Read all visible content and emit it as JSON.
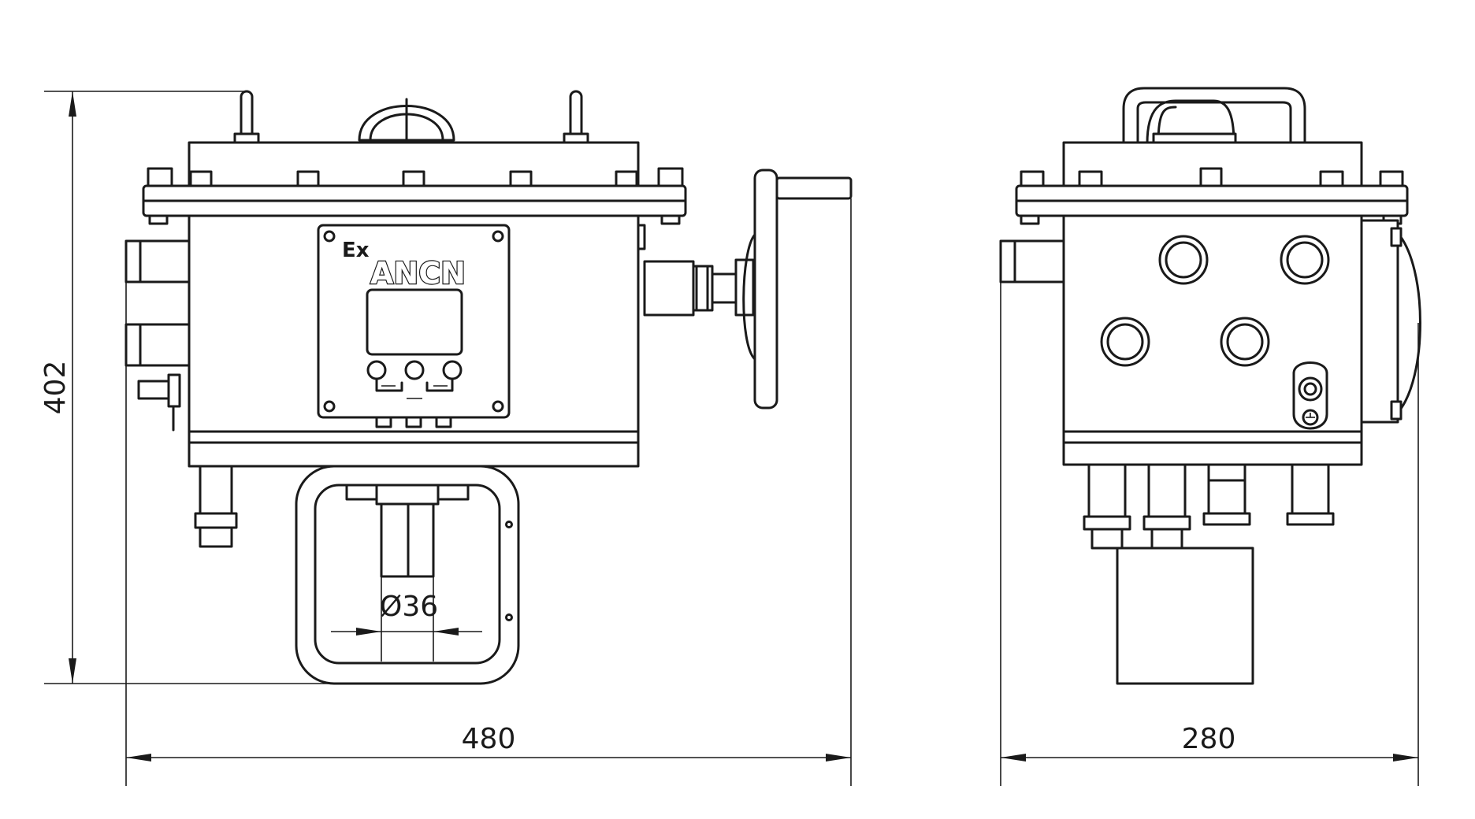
{
  "drawing": {
    "brand_ex": "Ex",
    "brand_name": "ANCN",
    "dimensions": {
      "height": "402",
      "width_front": "480",
      "width_side": "280",
      "diameter": "Ø36"
    }
  }
}
